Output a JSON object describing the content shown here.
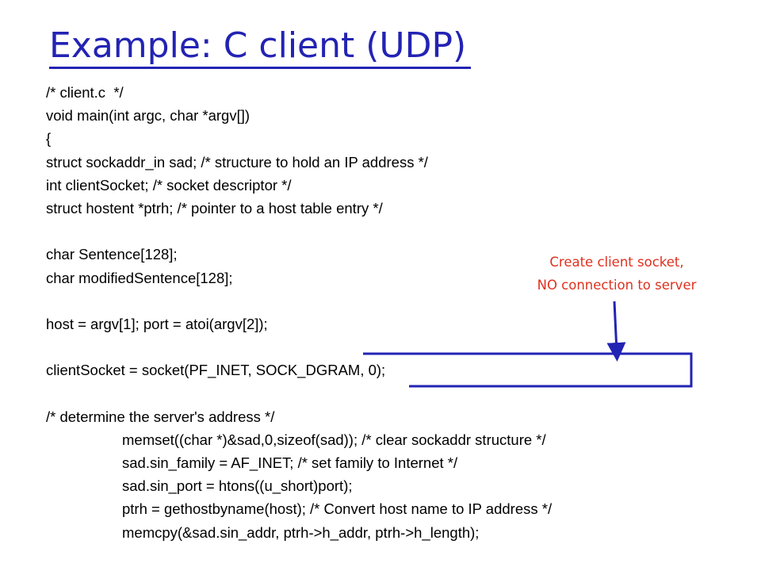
{
  "slide": {
    "title": "Example: C client (UDP)",
    "code_lines": [
      {
        "text": "/* client.c  */",
        "indent": false
      },
      {
        "text": "void main(int argc, char *argv[])",
        "indent": false
      },
      {
        "text": "{",
        "indent": false
      },
      {
        "text": "struct sockaddr_in sad; /* structure to hold an IP address */",
        "indent": false
      },
      {
        "text": "int clientSocket; /* socket descriptor */",
        "indent": false
      },
      {
        "text": "struct hostent *ptrh; /* pointer to a host table entry */",
        "indent": false
      },
      {
        "text": "",
        "indent": false
      },
      {
        "text": "char Sentence[128];",
        "indent": false
      },
      {
        "text": "char modifiedSentence[128];",
        "indent": false
      },
      {
        "text": "",
        "indent": false
      },
      {
        "text": "host = argv[1]; port = atoi(argv[2]);",
        "indent": false
      },
      {
        "text": "",
        "indent": false
      },
      {
        "text": "clientSocket = socket(PF_INET, SOCK_DGRAM, 0);",
        "indent": false
      },
      {
        "text": "",
        "indent": false
      },
      {
        "text": "/* determine the server's address */",
        "indent": false
      },
      {
        "text": "memset((char *)&sad,0,sizeof(sad)); /* clear sockaddr structure */",
        "indent": true
      },
      {
        "text": "sad.sin_family = AF_INET; /* set family to Internet */",
        "indent": true
      },
      {
        "text": "sad.sin_port = htons((u_short)port);",
        "indent": true
      },
      {
        "text": "ptrh = gethostbyname(host); /* Convert host name to IP address */",
        "indent": true
      },
      {
        "text": "memcpy(&sad.sin_addr, ptrh->h_addr, ptrh->h_length);",
        "indent": true
      }
    ],
    "callout": {
      "line1": "Create client socket,",
      "line2": "NO connection to server"
    },
    "colors": {
      "title": "#2323b4",
      "callout_text": "#e0301e",
      "bracket": "#2323b4"
    }
  }
}
